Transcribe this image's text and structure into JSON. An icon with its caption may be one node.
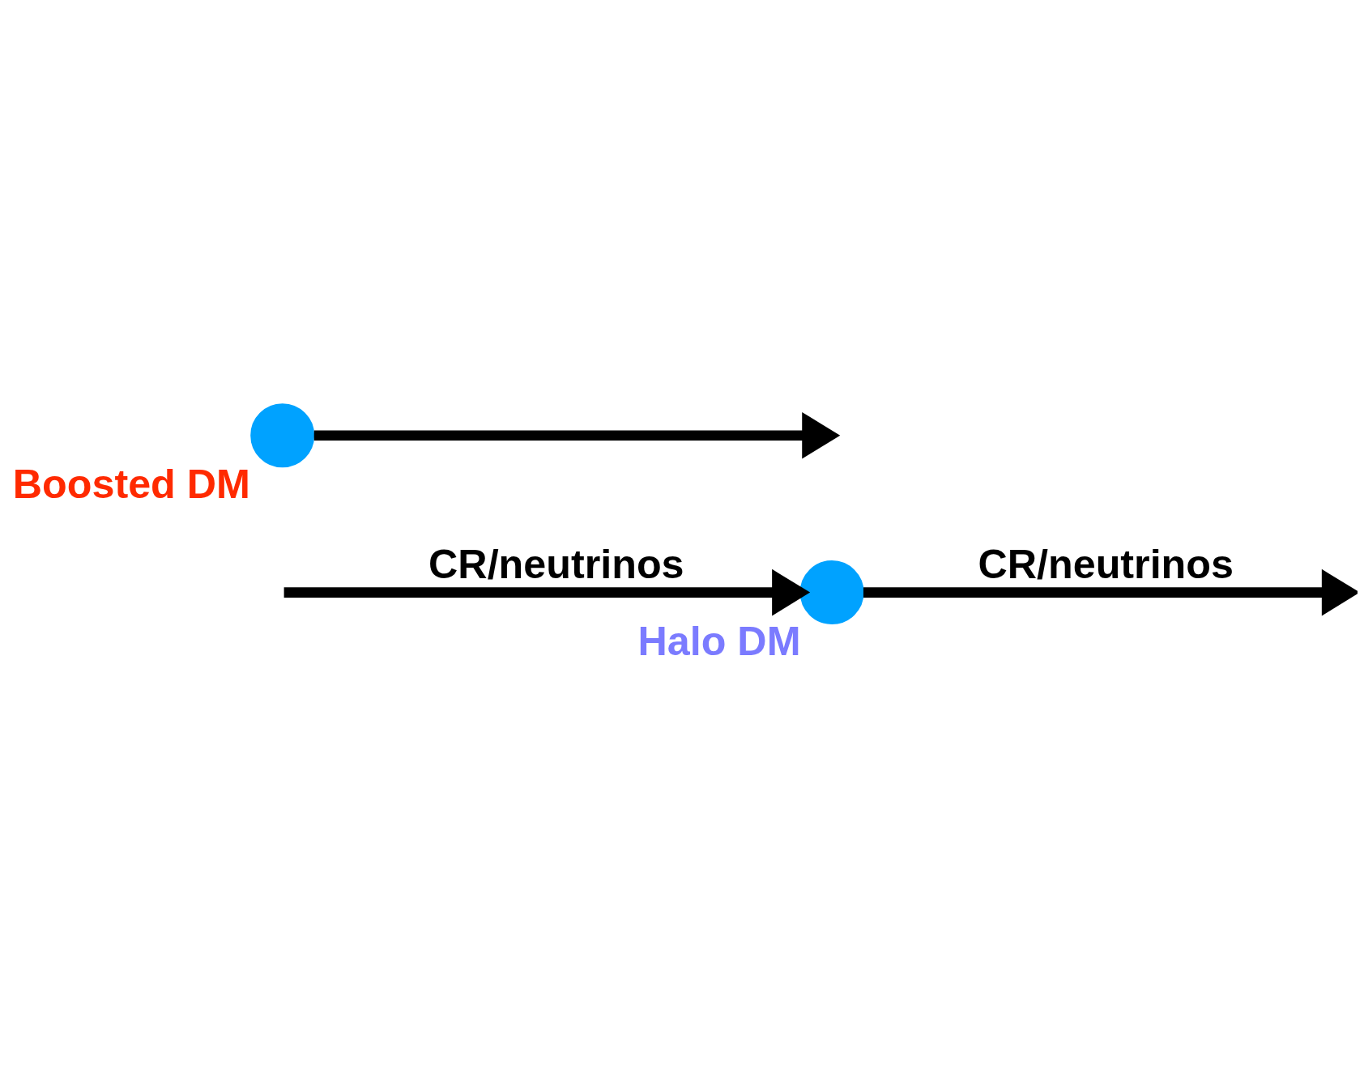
{
  "diagram": {
    "nodes": [
      {
        "text": [],
        "shape": "circle",
        "beside": [
          "Halo DM"
        ]
      },
      {
        "text": [],
        "shape": "circle",
        "beside": [
          "Boosted DM"
        ]
      }
    ],
    "edges": [
      {
        "from": null,
        "to": 0,
        "arrow": "to",
        "label": "CR/neutrinos"
      },
      {
        "from": 0,
        "to": null,
        "arrow": "to",
        "label": "CR/neutrinos"
      },
      {
        "from": 1,
        "to": null,
        "arrow": "to"
      }
    ]
  }
}
